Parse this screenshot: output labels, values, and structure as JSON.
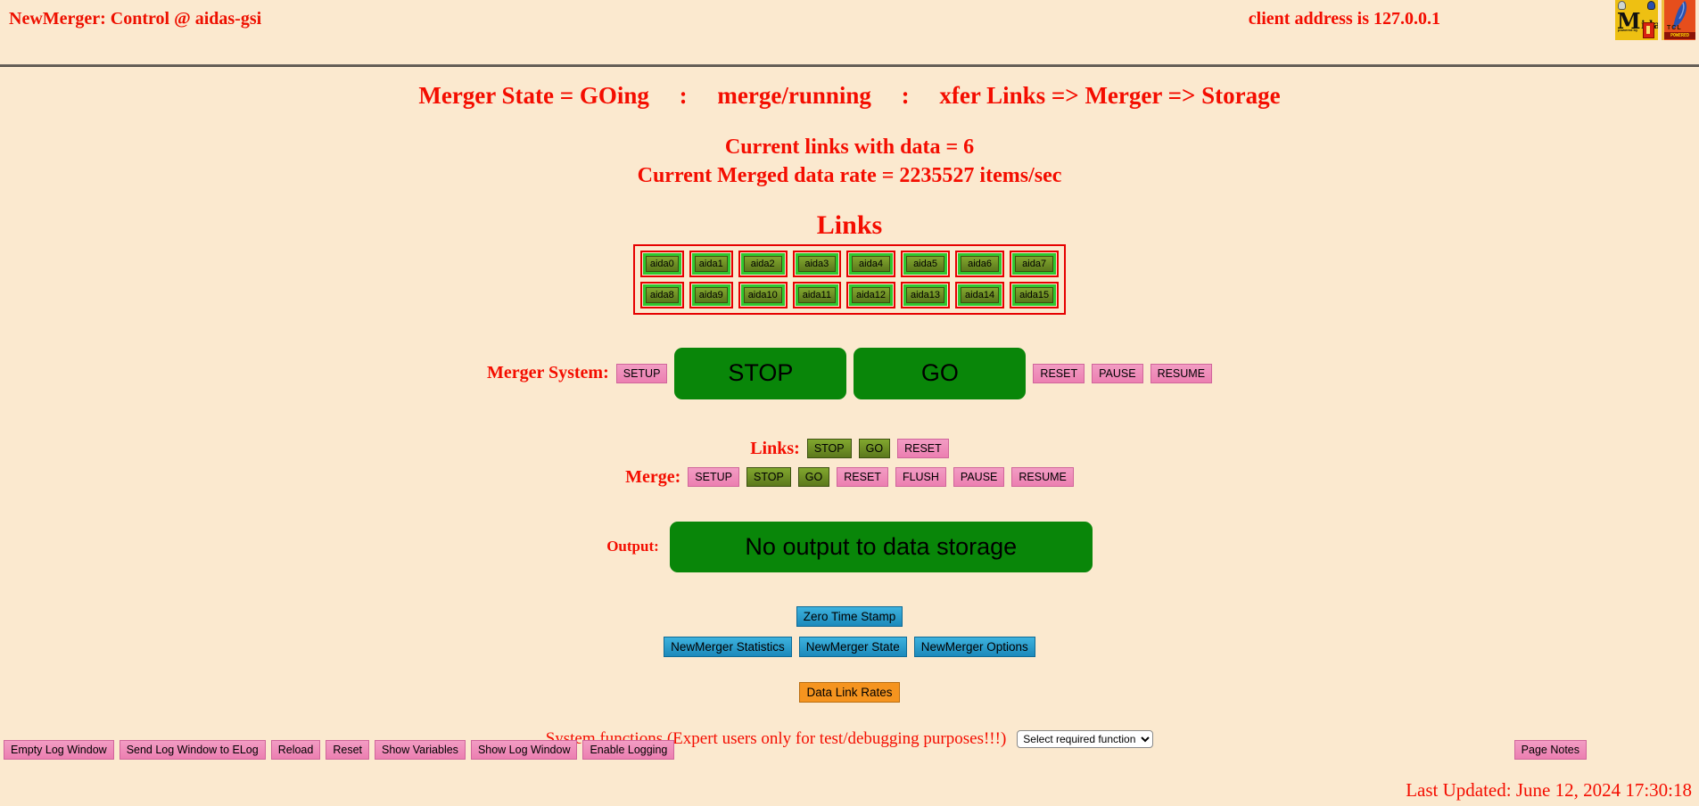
{
  "page": {
    "title": "NewMerger: Control @ aidas-gsi",
    "client_address": "client address is 127.0.0.1",
    "last_updated": "Last Updated: June 12, 2024 17:30:18"
  },
  "logos": {
    "midas_text": "Midas",
    "midas_powered": "powered by",
    "tcl_text": "TCL",
    "tcl_powered": "POWERED"
  },
  "status": {
    "state_line": "Merger State = GOing     :     merge/running     :     xfer Links => Merger => Storage",
    "links_with_data": "Current links with data = 6",
    "data_rate": "Current Merged data rate = 2235527 items/sec"
  },
  "links_table": {
    "heading": "Links",
    "rows": [
      [
        "aida0",
        "aida1",
        "aida2",
        "aida3",
        "aida4",
        "aida5",
        "aida6",
        "aida7"
      ],
      [
        "aida8",
        "aida9",
        "aida10",
        "aida11",
        "aida12",
        "aida13",
        "aida14",
        "aida15"
      ]
    ]
  },
  "merger_system": {
    "label": "Merger System:",
    "setup": "SETUP",
    "stop": "STOP",
    "go": "GO",
    "reset": "RESET",
    "pause": "PAUSE",
    "resume": "RESUME"
  },
  "links_controls": {
    "label": "Links:",
    "stop": "STOP",
    "go": "GO",
    "reset": "RESET"
  },
  "merge_controls": {
    "label": "Merge:",
    "setup": "SETUP",
    "stop": "STOP",
    "go": "GO",
    "reset": "RESET",
    "flush": "FLUSH",
    "pause": "PAUSE",
    "resume": "RESUME"
  },
  "output": {
    "label": "Output:",
    "button": "No output to data storage"
  },
  "actions": {
    "zero_time_stamp": "Zero Time Stamp",
    "statistics": "NewMerger Statistics",
    "state": "NewMerger State",
    "options": "NewMerger Options",
    "data_link_rates": "Data Link Rates"
  },
  "system_functions": {
    "label": "System functions (Expert users only for test/debugging purposes!!!)",
    "select_value": "Select required function"
  },
  "footer": {
    "buttons": [
      "Empty Log Window",
      "Send Log Window to ELog",
      "Reload",
      "Reset",
      "Show Variables",
      "Show Log Window",
      "Enable Logging"
    ],
    "page_notes": "Page Notes"
  },
  "colors": {
    "background": "#fbe9cf",
    "text_red": "#f40d00",
    "big_green": "#098609",
    "olive_green": "#6b8e23",
    "ring_green": "#2fc82f",
    "pink": "#ee84b4",
    "blue": "#2196c8",
    "orange": "#f5941f",
    "border_red": "#e60000"
  }
}
